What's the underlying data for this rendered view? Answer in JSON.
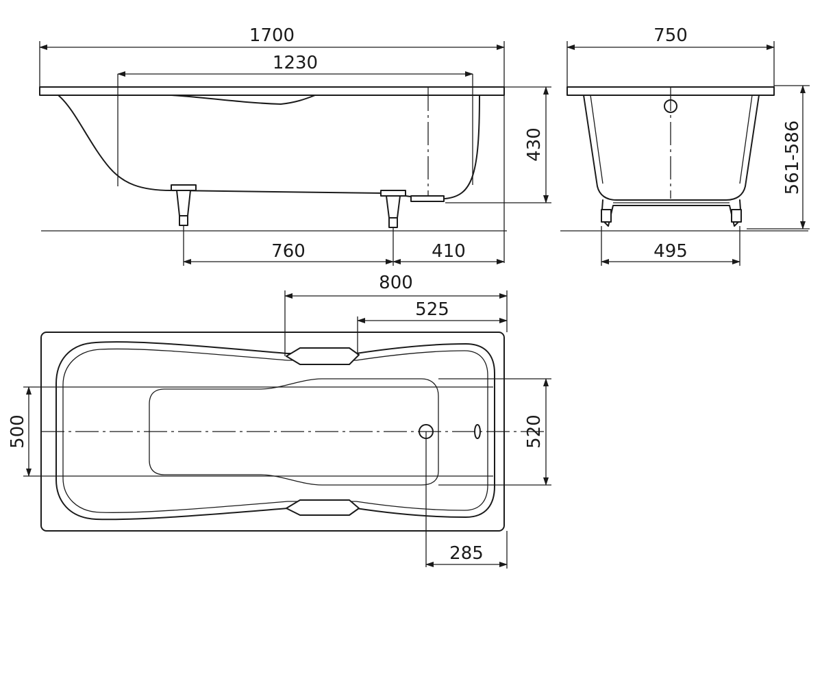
{
  "drawing": {
    "side_view": {
      "overall_length": "1700",
      "inner_length": "1230",
      "height": "430",
      "foot_spacing": "760",
      "foot_offset": "410"
    },
    "end_view": {
      "overall_width": "750",
      "height_range": "561-586",
      "foot_width": "495"
    },
    "top_view": {
      "dim_800": "800",
      "dim_525": "525",
      "dim_500": "500",
      "dim_520": "520",
      "dim_285": "285"
    }
  }
}
